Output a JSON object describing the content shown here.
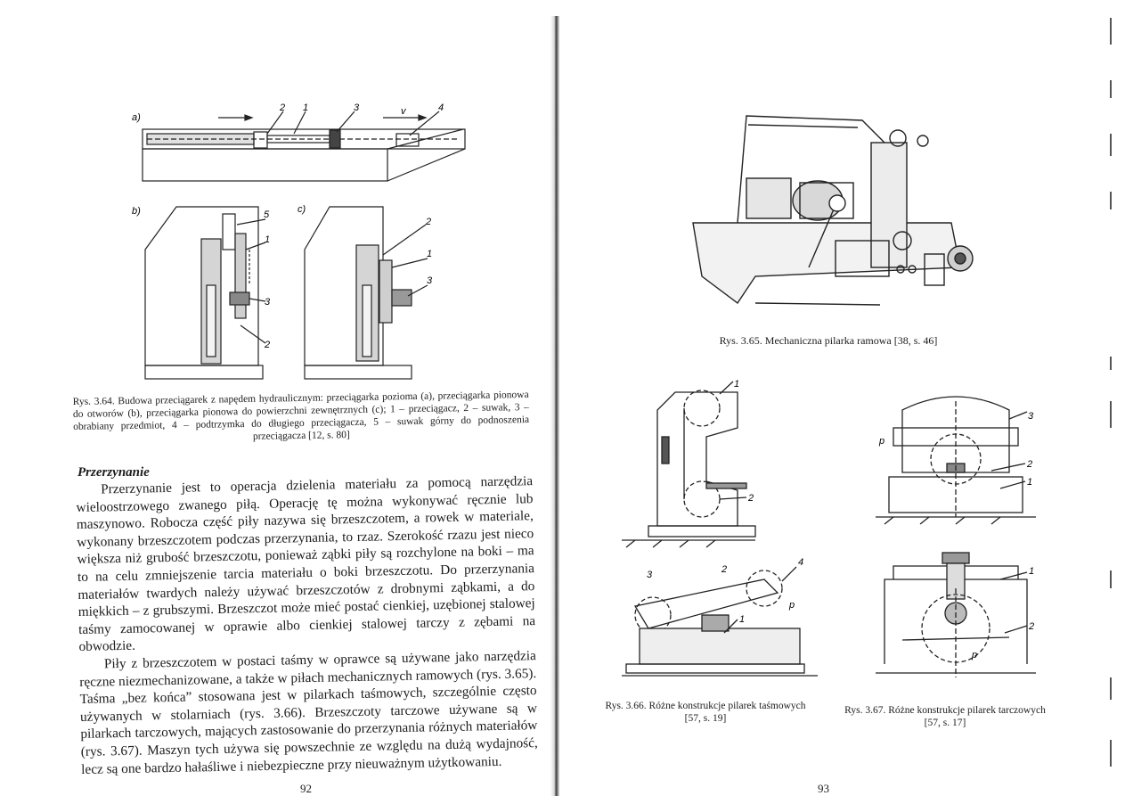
{
  "left_page": {
    "figure_364": {
      "panel_labels": {
        "a": "a)",
        "b": "b)",
        "c": "c)"
      },
      "callouts_a": [
        "2",
        "1",
        "3",
        "v",
        "4"
      ],
      "callouts_b": [
        "5",
        "1",
        "3",
        "2"
      ],
      "callouts_c": [
        "2",
        "1",
        "3"
      ]
    },
    "caption_364": "Rys. 3.64. Budowa przeciągarek z napędem hydraulicznym: przeciągarka pozioma (a), przeciągarka pionowa do otworów (b), przeciągarka pionowa do powierzchni zewnętrznych (c); 1 – przeciągacz, 2 – suwak, 3 – obrabiany przedmiot, 4 – podtrzymka do długiego przeciągacza, 5 – suwak górny do podnoszenia przeciągacza [12, s. 80]",
    "section_heading": "Przerzynanie",
    "paragraph_1": "Przerzynanie jest to operacja dzielenia materiału za pomocą narzędzia wieloostrzowego zwanego piłą. Operację tę można wykonywać ręcznie lub maszynowo. Robocza część piły nazywa się brzeszczotem, a rowek w materiale, wykonany brzeszczotem podczas przerzynania, to rzaz. Szerokość rzazu jest nieco większa niż grubość brzeszczotu, ponieważ ząbki piły są rozchylone na boki – ma to na celu zmniejszenie tarcia materiału o boki brzeszczotu. Do przerzynania materiałów twardych należy używać brzeszczotów z drobnymi ząbkami, a do miękkich – z grubszymi. Brzeszczot może mieć postać cienkiej, uzębionej stalowej taśmy zamocowanej w oprawie albo cienkiej stalowej tarczy z zębami na obwodzie.",
    "paragraph_2": "Piły z brzeszczotem w postaci taśmy w oprawce są używane jako narzędzia ręczne niezmechanizowane, a także w piłach mechanicznych ramowych (rys. 3.65). Taśma „bez końca” stosowana jest w pilarkach taśmowych, szczególnie często używanych w stolarniach (rys. 3.66). Brzeszczoty tarczowe używane są w pilarkach tarczowych, mających zastosowanie do przerzynania różnych materiałów (rys. 3.67). Maszyn tych używa się powszechnie ze względu na dużą wydajność, lecz są one bardzo hałaśliwe i niebezpieczne przy nieuważnym użytkowaniu.",
    "page_number": "92"
  },
  "right_page": {
    "caption_365": "Rys. 3.65. Mechaniczna pilarka ramowa [38, s. 46]",
    "figure_366_top_callouts": [
      "1",
      "2"
    ],
    "figure_366_bottom_callouts": [
      "3",
      "2",
      "4",
      "p",
      "1"
    ],
    "caption_366": "Rys. 3.66. Różne konstrukcje pilarek taśmowych [57, s. 19]",
    "figure_367_top_callouts": [
      "3",
      "p",
      "2",
      "1"
    ],
    "figure_367_bottom_callouts": [
      "1",
      "2",
      "p"
    ],
    "caption_367": "Rys. 3.67. Różne konstrukcje pilarek tarczowych [57, s. 17]",
    "page_number": "93"
  }
}
